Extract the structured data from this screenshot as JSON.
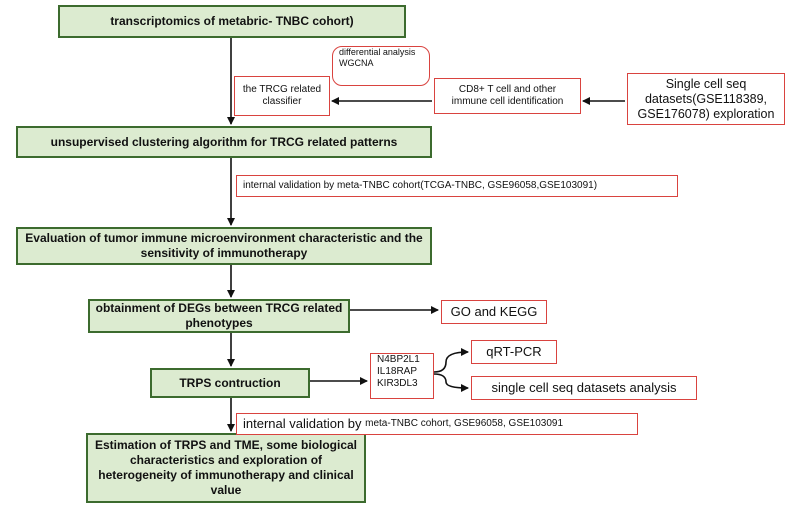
{
  "nodes": {
    "transcriptomics": "transcriptomics of metabric- TNBC cohort)",
    "diff_analysis_line1": "differential analysis",
    "diff_analysis_line2": "WGCNA",
    "trcg_classifier_line1": "the TRCG related",
    "trcg_classifier_line2": "classifier",
    "cd8_line1": "CD8+ T cell and other",
    "cd8_line2": "immune cell identification",
    "single_cell_line1": "Single cell seq",
    "single_cell_line2": "datasets(GSE118389,",
    "single_cell_line3": "GSE176078) exploration",
    "clustering": "unsupervised clustering algorithm for TRCG related patterns",
    "internal_validation_1": "internal validation by meta-TNBC cohort(TCGA-TNBC, GSE96058,GSE103091)",
    "evaluation_line1": "Evaluation of tumor immune microenvironment characteristic and the",
    "evaluation_line2": "sensitivity of immunotherapy",
    "degs_line1": "obtainment of DEGs between TRCG related",
    "degs_line2": "phenotypes",
    "go_kegg": "GO and KEGG",
    "trps": "TRPS contruction",
    "genes_line1": "N4BP2L1",
    "genes_line2": "IL18RAP",
    "genes_line3": "KIR3DL3",
    "qrt_pcr": "qRT-PCR",
    "sc_analysis": "single cell seq datasets analysis",
    "internal_validation_2_a": "internal validation by ",
    "internal_validation_2_b": "meta-TNBC cohort, GSE96058, GSE103091",
    "estimation_line1": "Estimation of TRPS and TME, some biological",
    "estimation_line2": "characteristics and exploration of",
    "estimation_line3": "heterogeneity of immunotherapy and clinical",
    "estimation_line4": "value"
  },
  "colors": {
    "green_fill": "#dcebd0",
    "green_border": "#3c6b2e",
    "red_border": "#d9433f",
    "arrow": "#111111"
  }
}
